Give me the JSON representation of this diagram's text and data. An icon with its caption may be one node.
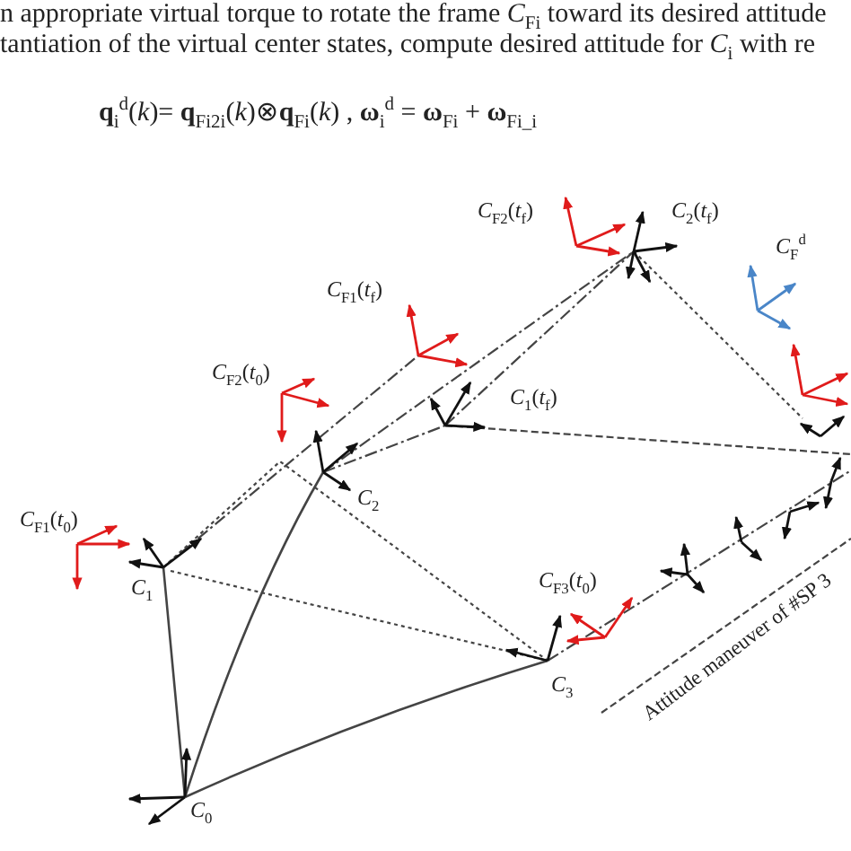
{
  "diagram": {
    "labels": [
      "n appropriate virtual torque to rotate the frame *C*$_{Fi}$ toward its desired attitude",
      "tantiation of the virtual center states, compute desired attitude for *C*$_{i}$ with re",
      "**q**$_{i}$$^{d}$(*k*)= **q**$_{Fi2i}$(*k*)⊗**q**$_{Fi}$(*k*) , **ω**$_{i}$$^{d}$ = **ω**$_{Fi}$ + **ω**$_{Fi_i}$",
      "*C*$_{F2}$(*t*$_{f}$)",
      "*C*$_{2}$(*t*$_{f}$)",
      "*C*$_{F1}$(*t*$_{f}$)",
      "*C*$_{F}$$^{d}$",
      "*C*$_{F2}$(*t*$_{0}$)",
      "*C*$_{1}$(*t*$_{f}$)",
      "*C*$_{2}$",
      "*C*$_{F1}$(*t*$_{0}$)",
      "*C*$_{1}$",
      "*C*$_{F3}$(*t*$_{0}$)",
      "*C*$_{3}$",
      "Attitude maneuver of #SP 3",
      "*C*$_{0}$"
    ]
  }
}
